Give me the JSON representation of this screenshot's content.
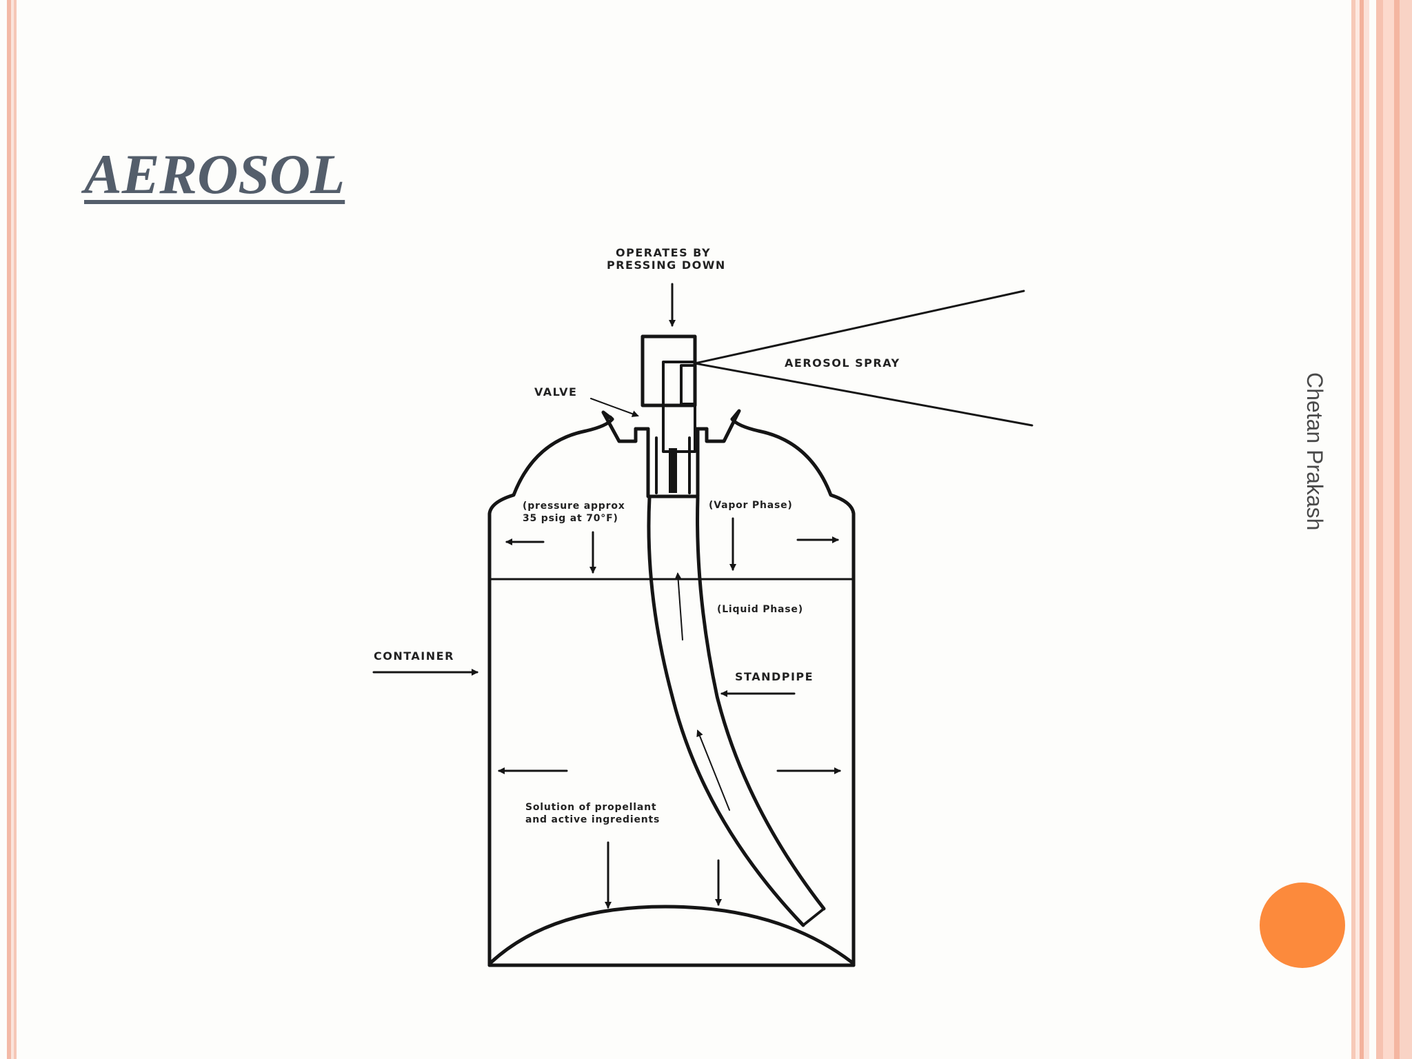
{
  "slide": {
    "title": "AEROSOL",
    "author": "Chetan Prakash"
  },
  "diagram": {
    "labels": {
      "operates_line1": "OPERATES BY",
      "operates_line2": "PRESSING DOWN",
      "aerosol_spray": "AEROSOL SPRAY",
      "valve": "VALVE",
      "pressure_line1": "(pressure approx",
      "pressure_line2": "35 psig at 70°F)",
      "vapor_phase": "(Vapor Phase)",
      "liquid_phase": "(Liquid Phase)",
      "container": "CONTAINER",
      "standpipe": "STANDPIPE",
      "solution_line1": "Solution of propellant",
      "solution_line2": "and active ingredients"
    }
  },
  "colors": {
    "title": "#545e6b",
    "accent_dot": "#fc8a3c",
    "border": "#f3b29c"
  }
}
